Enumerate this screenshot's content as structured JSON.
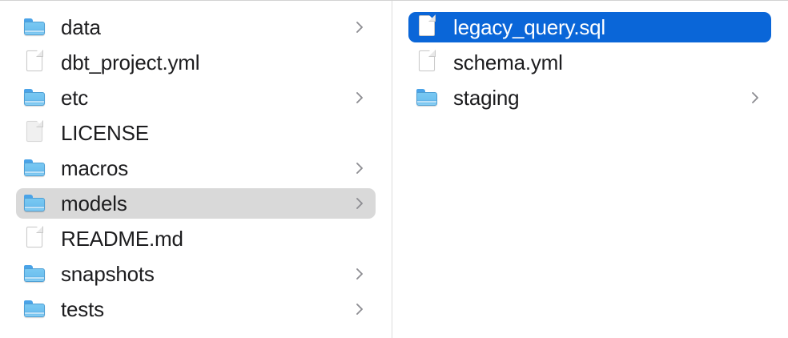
{
  "window": {
    "view_mode": "column",
    "background_color": "#ffffff",
    "divider_color": "#dcdcdc",
    "text_color": "#1d1d1f",
    "selection_active_color": "#0a66d8",
    "selection_inactive_color": "#d9d9d9",
    "folder_icon_color": "#6ec0ef",
    "chevron_color": "#8e8e93"
  },
  "columns": [
    {
      "name": "parent-column",
      "items": [
        {
          "label": "data",
          "kind": "folder",
          "icon": "folder-icon",
          "has_chevron": true,
          "state": "normal"
        },
        {
          "label": "dbt_project.yml",
          "kind": "file",
          "icon": "document-icon",
          "has_chevron": false,
          "state": "normal"
        },
        {
          "label": "etc",
          "kind": "folder",
          "icon": "folder-icon",
          "has_chevron": true,
          "state": "normal"
        },
        {
          "label": "LICENSE",
          "kind": "file",
          "icon": "plain-document-icon",
          "has_chevron": false,
          "state": "normal"
        },
        {
          "label": "macros",
          "kind": "folder",
          "icon": "folder-icon",
          "has_chevron": true,
          "state": "normal"
        },
        {
          "label": "models",
          "kind": "folder",
          "icon": "folder-icon",
          "has_chevron": true,
          "state": "selected-inactive"
        },
        {
          "label": "README.md",
          "kind": "file",
          "icon": "document-icon",
          "has_chevron": false,
          "state": "normal"
        },
        {
          "label": "snapshots",
          "kind": "folder",
          "icon": "folder-icon",
          "has_chevron": true,
          "state": "normal"
        },
        {
          "label": "tests",
          "kind": "folder",
          "icon": "folder-icon",
          "has_chevron": true,
          "state": "normal"
        }
      ]
    },
    {
      "name": "models-column",
      "items": [
        {
          "label": "legacy_query.sql",
          "kind": "file",
          "icon": "document-icon",
          "has_chevron": false,
          "state": "selected-active"
        },
        {
          "label": "schema.yml",
          "kind": "file",
          "icon": "document-icon",
          "has_chevron": false,
          "state": "normal"
        },
        {
          "label": "staging",
          "kind": "folder",
          "icon": "folder-icon",
          "has_chevron": true,
          "state": "normal"
        }
      ]
    }
  ]
}
